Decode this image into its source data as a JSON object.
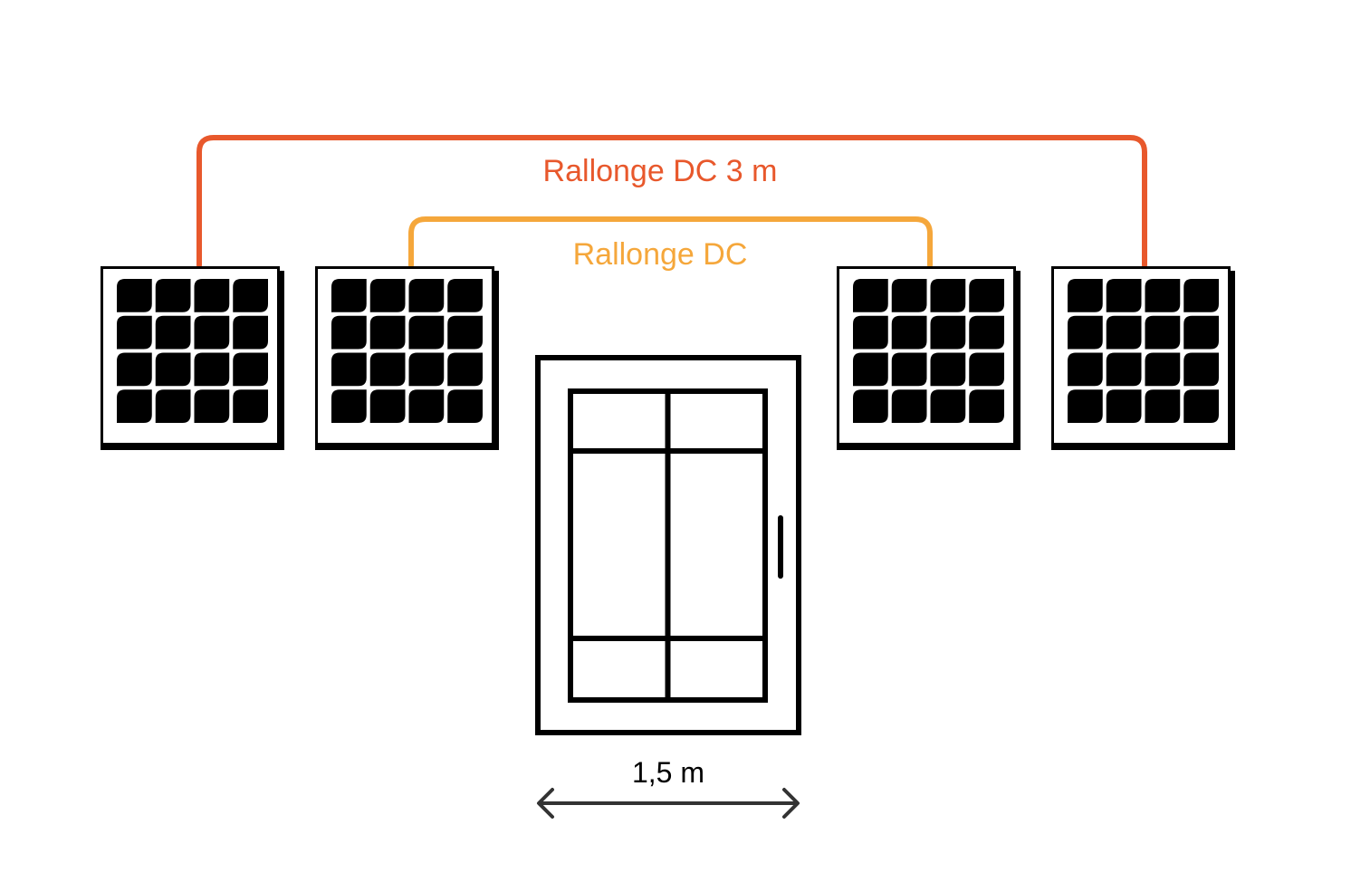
{
  "labels": {
    "outer_cable": "Rallonge DC 3 m",
    "inner_cable": "Rallonge DC",
    "window_width": "1,5 m"
  },
  "colors": {
    "outer_cable": "#E8582C",
    "inner_cable": "#F5A73B",
    "outline": "#000000",
    "arrow": "#333333",
    "background": "#FFFFFF"
  },
  "panels": {
    "count": 4,
    "cell_grid": "4x4",
    "icon": "solar-panel-icon"
  },
  "window": {
    "icon": "window-icon"
  }
}
